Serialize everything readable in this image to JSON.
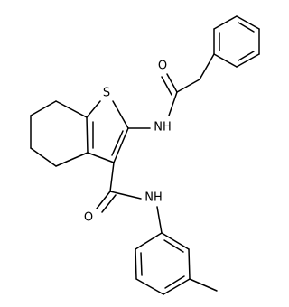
{
  "molecule": {
    "atoms": {
      "sulfur": "S",
      "carbonyl_oxygen_top": "O",
      "amide_nh_top": "NH",
      "carbonyl_oxygen_bottom": "O",
      "amide_nh_bottom": "NH"
    }
  },
  "colors": {
    "bond": "#000000",
    "background": "#ffffff"
  }
}
